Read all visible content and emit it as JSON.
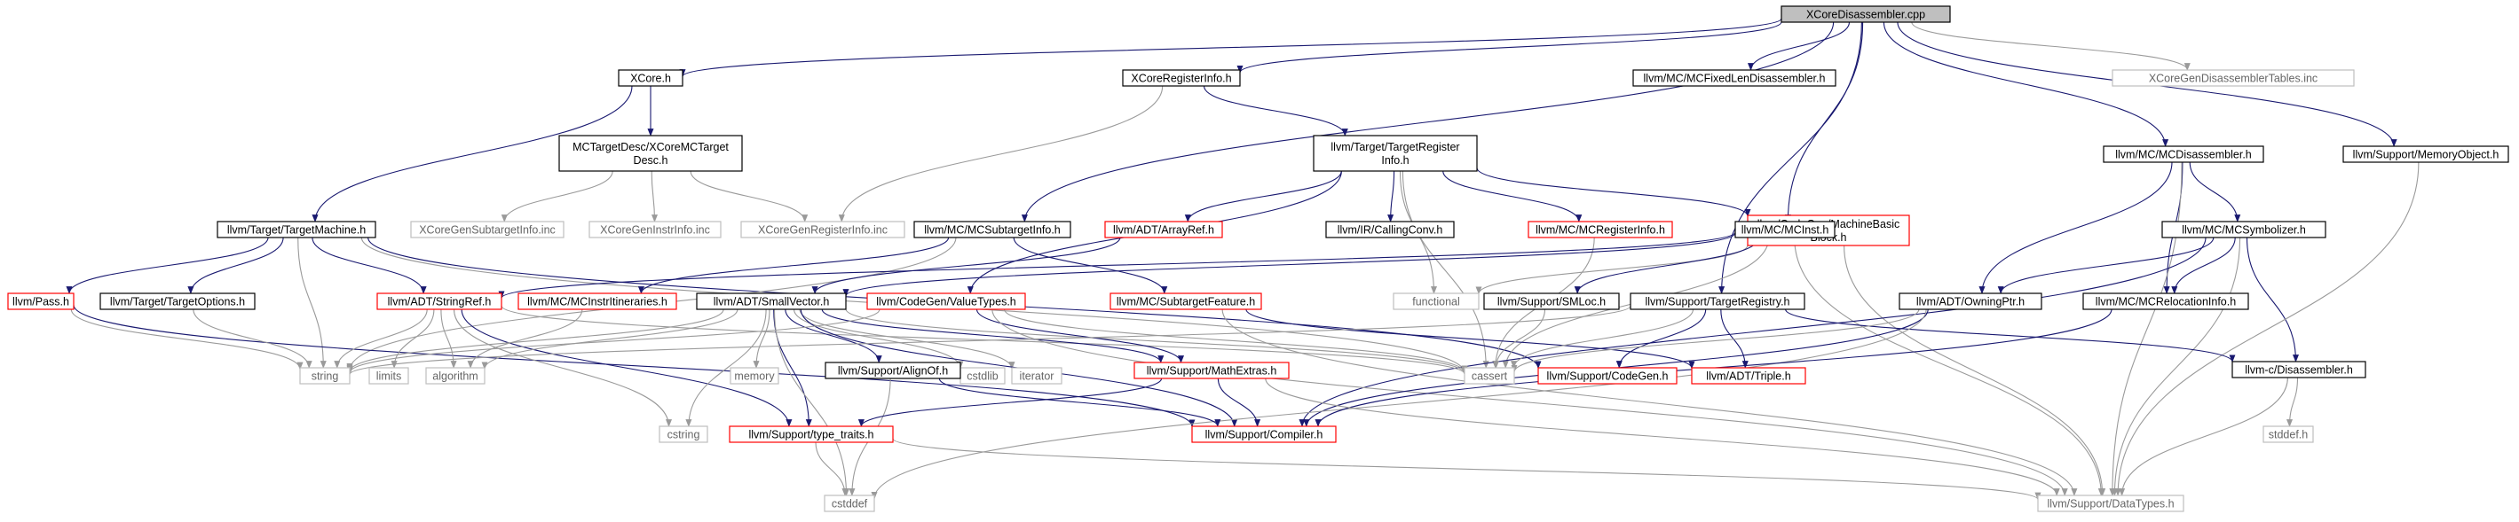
{
  "colors": {
    "root_fill": "#bfbfbf",
    "border_normal": "#000000",
    "border_red": "#ff0000",
    "border_external": "#bfbfbf",
    "edge": "#191970",
    "edge_external": "#9a9a9a"
  },
  "nodes": [
    {
      "id": "root",
      "label": "XCoreDisassembler.cpp",
      "kind": "root"
    },
    {
      "id": "xcoreh",
      "label": "XCore.h",
      "kind": "normal"
    },
    {
      "id": "xcoreregh",
      "label": "XCoreRegisterInfo.h",
      "kind": "normal"
    },
    {
      "id": "fixedlen",
      "label": "llvm/MC/MCFixedLenDisassembler.h",
      "kind": "normal"
    },
    {
      "id": "gentables",
      "label": "XCoreGenDisassemblerTables.inc",
      "kind": "external"
    },
    {
      "id": "mcdis",
      "label": "llvm/MC/MCDisassembler.h",
      "kind": "normal"
    },
    {
      "id": "memobj",
      "label": "llvm/Support/MemoryObject.h",
      "kind": "normal"
    },
    {
      "id": "mctdesc",
      "label": [
        "MCTargetDesc/XCoreMCTarget",
        "Desc.h"
      ],
      "kind": "normal"
    },
    {
      "id": "tri",
      "label": [
        "llvm/Target/TargetRegister",
        "Info.h"
      ],
      "kind": "normal"
    },
    {
      "id": "tm",
      "label": "llvm/Target/TargetMachine.h",
      "kind": "normal"
    },
    {
      "id": "gensub",
      "label": "XCoreGenSubtargetInfo.inc",
      "kind": "external"
    },
    {
      "id": "geninstr",
      "label": "XCoreGenInstrInfo.inc",
      "kind": "external"
    },
    {
      "id": "genreg",
      "label": "XCoreGenRegisterInfo.inc",
      "kind": "external"
    },
    {
      "id": "mcsub",
      "label": "llvm/MC/MCSubtargetInfo.h",
      "kind": "normal"
    },
    {
      "id": "arrayref",
      "label": "llvm/ADT/ArrayRef.h",
      "kind": "red"
    },
    {
      "id": "callconv",
      "label": "llvm/IR/CallingConv.h",
      "kind": "normal"
    },
    {
      "id": "mcreg",
      "label": "llvm/MC/MCRegisterInfo.h",
      "kind": "red"
    },
    {
      "id": "mbb",
      "label": [
        "llvm/CodeGen/MachineBasic",
        "Block.h"
      ],
      "kind": "red"
    },
    {
      "id": "mcinst",
      "label": "llvm/MC/MCInst.h",
      "kind": "normal"
    },
    {
      "id": "mcsym",
      "label": "llvm/MC/MCSymbolizer.h",
      "kind": "normal"
    },
    {
      "id": "pass",
      "label": "llvm/Pass.h",
      "kind": "red"
    },
    {
      "id": "topts",
      "label": "llvm/Target/TargetOptions.h",
      "kind": "normal"
    },
    {
      "id": "stringref",
      "label": "llvm/ADT/StringRef.h",
      "kind": "red"
    },
    {
      "id": "mcitin",
      "label": "llvm/MC/MCInstrItineraries.h",
      "kind": "red"
    },
    {
      "id": "smallvec",
      "label": "llvm/ADT/SmallVector.h",
      "kind": "normal"
    },
    {
      "id": "valuetypes",
      "label": "llvm/CodeGen/ValueTypes.h",
      "kind": "red"
    },
    {
      "id": "subfeat",
      "label": "llvm/MC/SubtargetFeature.h",
      "kind": "red"
    },
    {
      "id": "functional",
      "label": "functional",
      "kind": "external"
    },
    {
      "id": "smloc",
      "label": "llvm/Support/SMLoc.h",
      "kind": "normal"
    },
    {
      "id": "targreg",
      "label": "llvm/Support/TargetRegistry.h",
      "kind": "normal"
    },
    {
      "id": "owningptr",
      "label": "llvm/ADT/OwningPtr.h",
      "kind": "normal"
    },
    {
      "id": "mcreloc",
      "label": "llvm/MC/MCRelocationInfo.h",
      "kind": "normal"
    },
    {
      "id": "string",
      "label": "string",
      "kind": "external"
    },
    {
      "id": "limits",
      "label": "limits",
      "kind": "external"
    },
    {
      "id": "algorithm",
      "label": "algorithm",
      "kind": "external"
    },
    {
      "id": "memory",
      "label": "memory",
      "kind": "external"
    },
    {
      "id": "cstdlib",
      "label": "cstdlib",
      "kind": "external"
    },
    {
      "id": "iterator",
      "label": "iterator",
      "kind": "external"
    },
    {
      "id": "alignof",
      "label": "llvm/Support/AlignOf.h",
      "kind": "normal"
    },
    {
      "id": "mathextras",
      "label": "llvm/Support/MathExtras.h",
      "kind": "red"
    },
    {
      "id": "cassert",
      "label": "cassert",
      "kind": "external"
    },
    {
      "id": "codegen",
      "label": "llvm/Support/CodeGen.h",
      "kind": "red"
    },
    {
      "id": "triple",
      "label": "llvm/ADT/Triple.h",
      "kind": "red"
    },
    {
      "id": "llvmcdis",
      "label": "llvm-c/Disassembler.h",
      "kind": "normal"
    },
    {
      "id": "cstring",
      "label": "cstring",
      "kind": "external"
    },
    {
      "id": "typetraits",
      "label": "llvm/Support/type_traits.h",
      "kind": "red"
    },
    {
      "id": "compiler",
      "label": "llvm/Support/Compiler.h",
      "kind": "red"
    },
    {
      "id": "stddef",
      "label": "stddef.h",
      "kind": "external"
    },
    {
      "id": "cstddef",
      "label": "cstddef",
      "kind": "external"
    },
    {
      "id": "datatypes",
      "label": "llvm/Support/DataTypes.h",
      "kind": "external"
    }
  ],
  "edges": [
    [
      "root",
      "xcoreh"
    ],
    [
      "root",
      "xcoreregh"
    ],
    [
      "root",
      "fixedlen"
    ],
    [
      "root",
      "gentables"
    ],
    [
      "root",
      "mcdis"
    ],
    [
      "root",
      "memobj"
    ],
    [
      "root",
      "mcsub"
    ],
    [
      "root",
      "mcinst"
    ],
    [
      "root",
      "targreg"
    ],
    [
      "xcoreh",
      "mctdesc"
    ],
    [
      "xcoreh",
      "tm"
    ],
    [
      "xcoreregh",
      "tri"
    ],
    [
      "xcoreregh",
      "genreg"
    ],
    [
      "mctdesc",
      "gensub"
    ],
    [
      "mctdesc",
      "geninstr"
    ],
    [
      "mctdesc",
      "genreg"
    ],
    [
      "tri",
      "arrayref"
    ],
    [
      "tri",
      "callconv"
    ],
    [
      "tri",
      "mcreg"
    ],
    [
      "tri",
      "mbb"
    ],
    [
      "tri",
      "functional"
    ],
    [
      "tri",
      "cassert"
    ],
    [
      "tri",
      "valuetypes"
    ],
    [
      "tm",
      "pass"
    ],
    [
      "tm",
      "topts"
    ],
    [
      "tm",
      "stringref"
    ],
    [
      "tm",
      "string"
    ],
    [
      "tm",
      "cassert"
    ],
    [
      "tm",
      "codegen"
    ],
    [
      "mcsub",
      "mcitin"
    ],
    [
      "mcsub",
      "subfeat"
    ],
    [
      "mcsub",
      "string"
    ],
    [
      "arrayref",
      "smallvec"
    ],
    [
      "mcreg",
      "cassert"
    ],
    [
      "mbb",
      "functional"
    ],
    [
      "mbb",
      "datatypes"
    ],
    [
      "mcinst",
      "stringref"
    ],
    [
      "mcinst",
      "smallvec"
    ],
    [
      "mcinst",
      "smloc"
    ],
    [
      "mcinst",
      "datatypes"
    ],
    [
      "mcinst",
      "cassert"
    ],
    [
      "mcdis",
      "mcsym"
    ],
    [
      "mcdis",
      "owningptr"
    ],
    [
      "mcdis",
      "mcreloc"
    ],
    [
      "mcdis",
      "datatypes"
    ],
    [
      "mcsym",
      "owningptr"
    ],
    [
      "mcsym",
      "mcreloc"
    ],
    [
      "mcsym",
      "llvmcdis"
    ],
    [
      "mcsym",
      "compiler"
    ],
    [
      "mcsym",
      "datatypes"
    ],
    [
      "memobj",
      "datatypes"
    ],
    [
      "pass",
      "string"
    ],
    [
      "pass",
      "compiler"
    ],
    [
      "topts",
      "string"
    ],
    [
      "stringref",
      "string"
    ],
    [
      "stringref",
      "limits"
    ],
    [
      "stringref",
      "algorithm"
    ],
    [
      "stringref",
      "cassert"
    ],
    [
      "stringref",
      "cstring"
    ],
    [
      "stringref",
      "typetraits"
    ],
    [
      "mcitin",
      "algorithm"
    ],
    [
      "smallvec",
      "algorithm"
    ],
    [
      "smallvec",
      "memory"
    ],
    [
      "smallvec",
      "cstdlib"
    ],
    [
      "smallvec",
      "iterator"
    ],
    [
      "smallvec",
      "alignof"
    ],
    [
      "smallvec",
      "mathextras"
    ],
    [
      "smallvec",
      "cassert"
    ],
    [
      "smallvec",
      "cstring"
    ],
    [
      "smallvec",
      "typetraits"
    ],
    [
      "smallvec",
      "cstddef"
    ],
    [
      "smallvec",
      "compiler"
    ],
    [
      "smallvec",
      "string"
    ],
    [
      "valuetypes",
      "mathextras"
    ],
    [
      "valuetypes",
      "cassert"
    ],
    [
      "valuetypes",
      "string"
    ],
    [
      "valuetypes",
      "datatypes"
    ],
    [
      "subfeat",
      "triple"
    ],
    [
      "subfeat",
      "datatypes"
    ],
    [
      "smloc",
      "cassert"
    ],
    [
      "targreg",
      "triple"
    ],
    [
      "targreg",
      "codegen"
    ],
    [
      "targreg",
      "cassert"
    ],
    [
      "targreg",
      "llvmcdis"
    ],
    [
      "targreg",
      "string"
    ],
    [
      "owningptr",
      "cassert"
    ],
    [
      "owningptr",
      "compiler"
    ],
    [
      "owningptr",
      "cstddef"
    ],
    [
      "mcreloc",
      "compiler"
    ],
    [
      "alignof",
      "compiler"
    ],
    [
      "alignof",
      "cstddef"
    ],
    [
      "mathextras",
      "compiler"
    ],
    [
      "mathextras",
      "typetraits"
    ],
    [
      "mathextras",
      "datatypes"
    ],
    [
      "typetraits",
      "cstddef"
    ],
    [
      "typetraits",
      "datatypes"
    ],
    [
      "llvmcdis",
      "stddef"
    ],
    [
      "llvmcdis",
      "datatypes"
    ]
  ]
}
